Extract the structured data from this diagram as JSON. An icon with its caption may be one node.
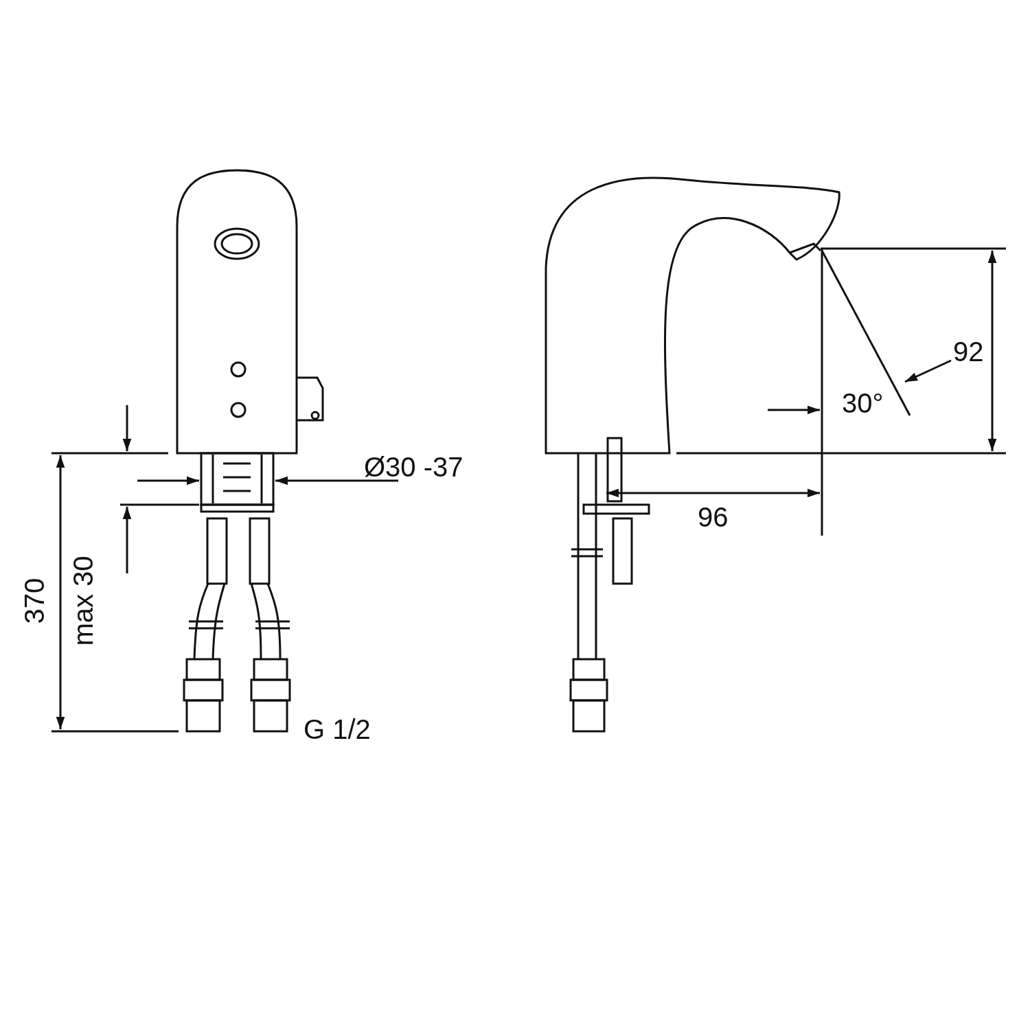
{
  "diagram": {
    "labels": [
      "Ø30 -37",
      "370",
      "max 30",
      "G 1/2",
      "92",
      "30°",
      "96"
    ]
  }
}
